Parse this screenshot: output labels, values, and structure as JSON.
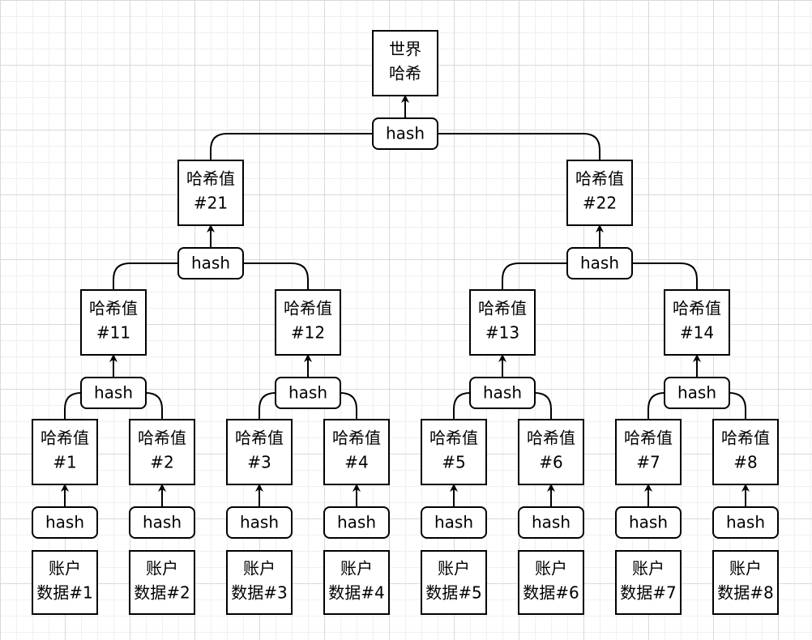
{
  "root": {
    "line1": "世界",
    "line2": "哈希"
  },
  "hash_label": "hash",
  "level2": [
    {
      "line1": "哈希值",
      "line2": "#21"
    },
    {
      "line1": "哈希值",
      "line2": "#22"
    }
  ],
  "level1": [
    {
      "line1": "哈希值",
      "line2": "#11"
    },
    {
      "line1": "哈希值",
      "line2": "#12"
    },
    {
      "line1": "哈希值",
      "line2": "#13"
    },
    {
      "line1": "哈希值",
      "line2": "#14"
    }
  ],
  "level0": [
    {
      "line1": "哈希值",
      "line2": "#1"
    },
    {
      "line1": "哈希值",
      "line2": "#2"
    },
    {
      "line1": "哈希值",
      "line2": "#3"
    },
    {
      "line1": "哈希值",
      "line2": "#4"
    },
    {
      "line1": "哈希值",
      "line2": "#5"
    },
    {
      "line1": "哈希值",
      "line2": "#6"
    },
    {
      "line1": "哈希值",
      "line2": "#7"
    },
    {
      "line1": "哈希值",
      "line2": "#8"
    }
  ],
  "accounts": [
    {
      "line1": "账户",
      "line2": "数据#1"
    },
    {
      "line1": "账户",
      "line2": "数据#2"
    },
    {
      "line1": "账户",
      "line2": "数据#3"
    },
    {
      "line1": "账户",
      "line2": "数据#4"
    },
    {
      "line1": "账户",
      "line2": "数据#5"
    },
    {
      "line1": "账户",
      "line2": "数据#6"
    },
    {
      "line1": "账户",
      "line2": "数据#7"
    },
    {
      "line1": "账户",
      "line2": "数据#8"
    }
  ]
}
